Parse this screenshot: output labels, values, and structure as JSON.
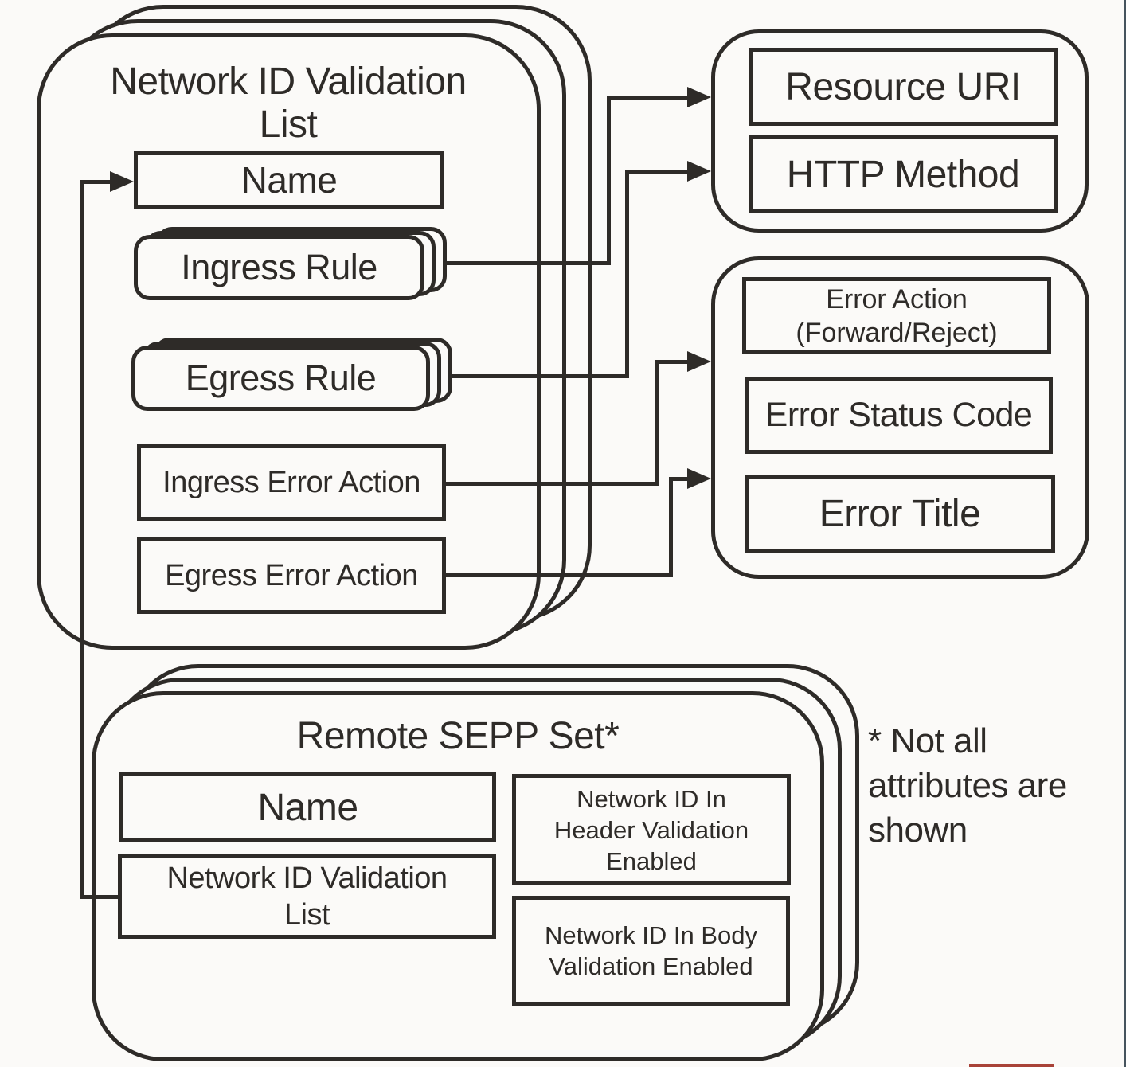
{
  "diagram": {
    "network_id_validation_list": {
      "title_lines": [
        "Network ID Validation",
        "List"
      ],
      "name_label": "Name",
      "ingress_rule_label": "Ingress Rule",
      "egress_rule_label": "Egress Rule",
      "ingress_error_action_label": "Ingress Error Action",
      "egress_error_action_label": "Egress Error Action"
    },
    "rule_attributes": {
      "resource_uri_label": "Resource URI",
      "http_method_label": "HTTP Method"
    },
    "error_attributes": {
      "error_action_lines": [
        "Error Action",
        "(Forward/Reject)"
      ],
      "error_status_code_label": "Error Status Code",
      "error_title_label": "Error Title"
    },
    "remote_sepp_set": {
      "title": "Remote SEPP Set*",
      "name_label": "Name",
      "nid_list_lines": [
        "Network ID Validation",
        "List"
      ],
      "header_validation_lines": [
        "Network ID In",
        "Header Validation",
        "Enabled"
      ],
      "body_validation_lines": [
        "Network ID In Body",
        "Validation Enabled"
      ]
    },
    "footnote_lines": [
      "* Not all",
      "attributes are",
      "shown"
    ],
    "colors": {
      "line": "#2e2b28",
      "background": "#fbfaf8",
      "accent_bar": "#a94339",
      "screen_edge": "#46545e"
    }
  }
}
